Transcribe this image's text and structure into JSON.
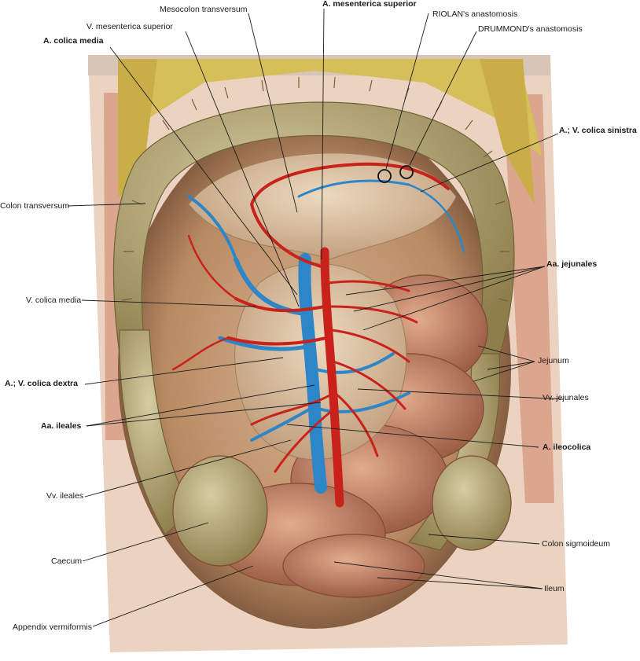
{
  "labels": {
    "mesocolon_transversum": "Mesocolon transversum",
    "a_mesenterica_superior": "A. mesenterica superior",
    "riolans_anastomosis": "RIOLAN's anastomosis",
    "drummonds_anastomosis": "DRUMMOND's anastomosis",
    "v_mesenterica_superior": "V. mesenterica superior",
    "a_colica_media": "A. colica media",
    "a_v_colica_sinistra": "A.; V. colica sinistra",
    "colon_transversum": "Colon transversum",
    "aa_jejunales": "Aa. jejunales",
    "v_colica_media": "V. colica media",
    "jejunum": "Jejunum",
    "a_v_colica_dextra": "A.; V. colica dextra",
    "vv_jejunales": "Vv. jejunales",
    "aa_ileales": "Aa. ileales",
    "a_ileocolica": "A. ileocolica",
    "vv_ileales": "Vv. ileales",
    "colon_sigmoideum": "Colon sigmoideum",
    "caecum": "Caecum",
    "ileum": "Ileum",
    "appendix_vermiformis": "Appendix vermiformis"
  },
  "colors": {
    "artery": "#c9221b",
    "vein": "#2d86c8",
    "bowel": "#b9aa6e",
    "small_bowel": "#c88f72",
    "skin": "#e7c8b4",
    "fat": "#d9c35a",
    "leader_line": "#1a1a1a"
  }
}
